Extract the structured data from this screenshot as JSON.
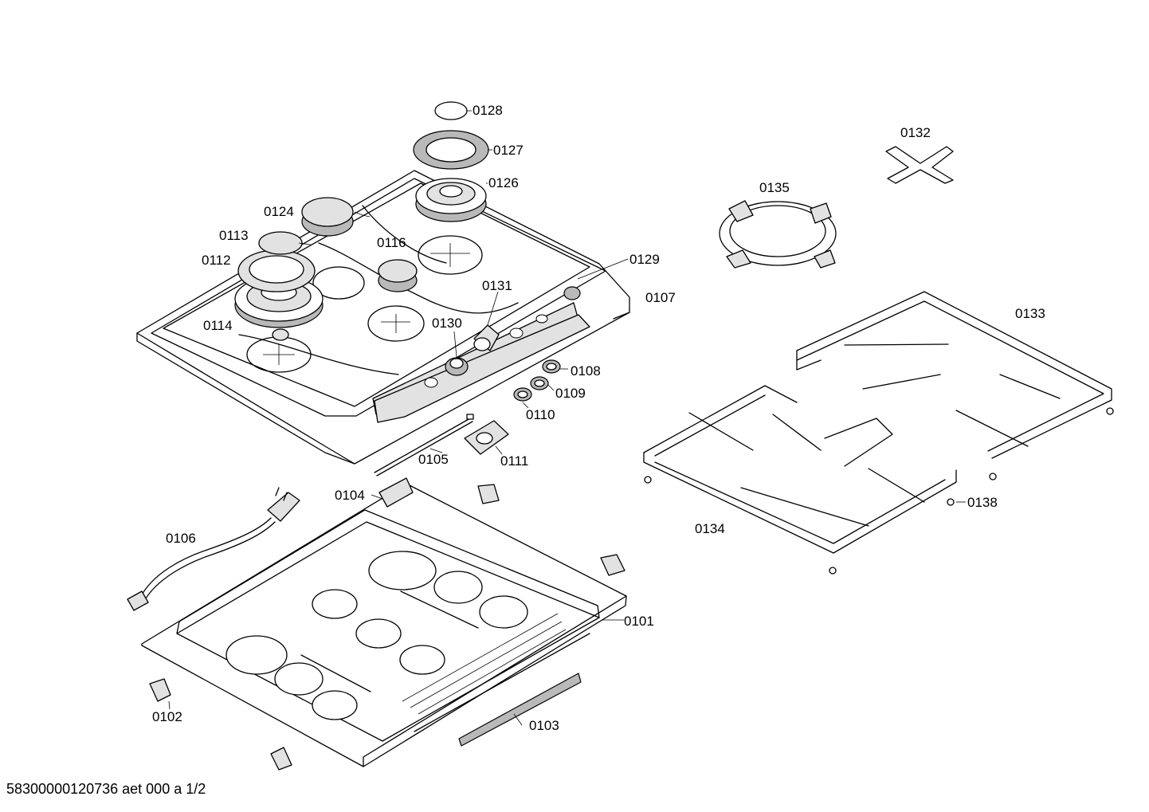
{
  "document_id": "58300000120736 aet 000 a 1/2",
  "part_labels": {
    "p0101": "0101",
    "p0102": "0102",
    "p0103": "0103",
    "p0104": "0104",
    "p0105": "0105",
    "p0106": "0106",
    "p0107": "0107",
    "p0108": "0108",
    "p0109": "0109",
    "p0110": "0110",
    "p0111": "0111",
    "p0112": "0112",
    "p0113": "0113",
    "p0114": "0114",
    "p0116": "0116",
    "p0124": "0124",
    "p0126": "0126",
    "p0127": "0127",
    "p0128": "0128",
    "p0129": "0129",
    "p0130": "0130",
    "p0131": "0131",
    "p0132": "0132",
    "p0133": "0133",
    "p0134": "0134",
    "p0135": "0135",
    "p0138": "0138"
  }
}
